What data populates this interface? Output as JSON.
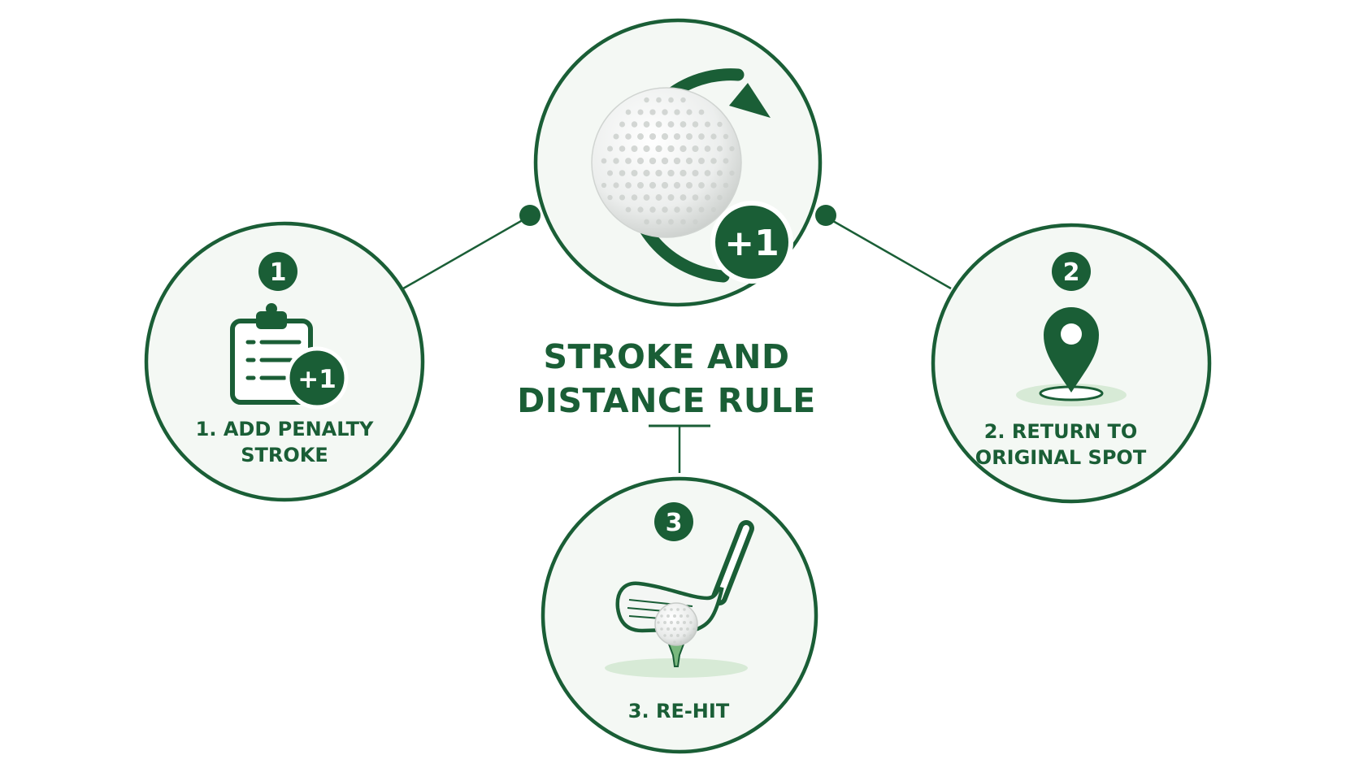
{
  "title": "STROKE AND DISTANCE RULE",
  "colors": {
    "primary": "#1a5e36",
    "circle_fill": "#f4f8f4",
    "accent_light": "#d7ead6",
    "ball": "#f2f3f2"
  },
  "center": {
    "icon": "golf-ball-rotate-icon",
    "badge": "+1"
  },
  "steps": [
    {
      "number": "1",
      "label": "1. ADD PENALTY STROKE",
      "icon": "clipboard-plus-one-icon",
      "badge": "+1"
    },
    {
      "number": "2",
      "label": "2. RETURN TO ORIGINAL SPOT",
      "icon": "location-pin-icon"
    },
    {
      "number": "3",
      "label": "3. RE-HIT",
      "icon": "golf-club-tee-icon"
    }
  ]
}
